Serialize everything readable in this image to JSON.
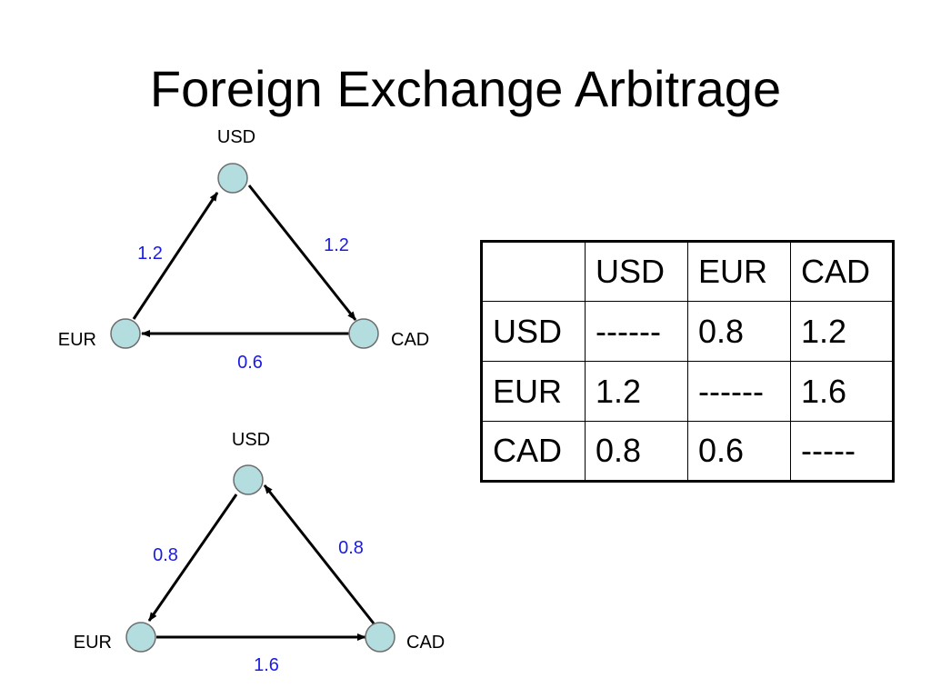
{
  "slide": {
    "title": "Foreign Exchange Arbitrage"
  },
  "diagrams": [
    {
      "nodes": {
        "top": "USD",
        "left": "EUR",
        "right": "CAD"
      },
      "edges": [
        {
          "from": "EUR",
          "to": "USD",
          "weight": "1.2"
        },
        {
          "from": "USD",
          "to": "CAD",
          "weight": "1.2"
        },
        {
          "from": "CAD",
          "to": "EUR",
          "weight": "0.6"
        }
      ]
    },
    {
      "nodes": {
        "top": "USD",
        "left": "EUR",
        "right": "CAD"
      },
      "edges": [
        {
          "from": "USD",
          "to": "EUR",
          "weight": "0.8"
        },
        {
          "from": "CAD",
          "to": "USD",
          "weight": "0.8"
        },
        {
          "from": "EUR",
          "to": "CAD",
          "weight": "1.6"
        }
      ]
    }
  ],
  "table": {
    "header": [
      "",
      "USD",
      "EUR",
      "CAD"
    ],
    "rows": [
      [
        "USD",
        "------",
        "0.8",
        "1.2"
      ],
      [
        "EUR",
        "1.2",
        "------",
        "1.6"
      ],
      [
        "CAD",
        "0.8",
        "0.6",
        "-----"
      ]
    ]
  },
  "colors": {
    "node_fill": "#b4dde0",
    "weight_text": "#1a1ae6",
    "edge": "#000000"
  }
}
